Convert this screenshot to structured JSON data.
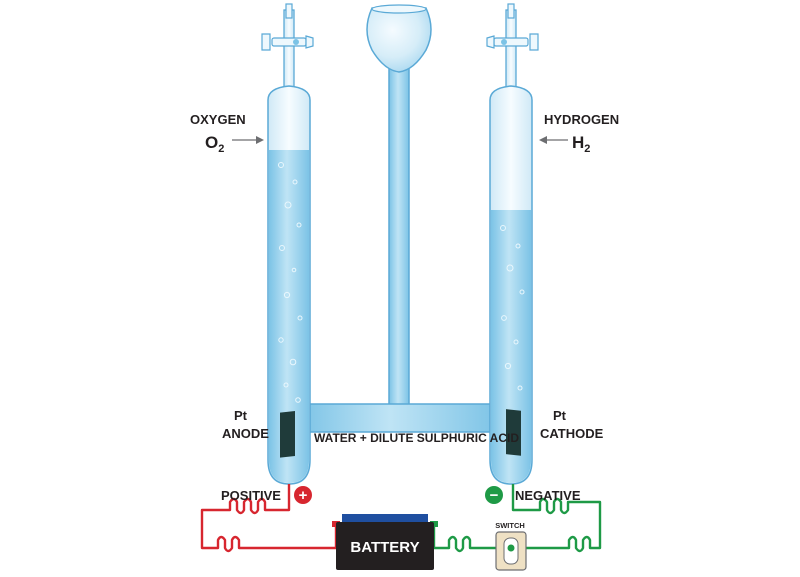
{
  "labels": {
    "oxygen": "OXYGEN",
    "oxygen_formula": "O",
    "oxygen_sub": "2",
    "hydrogen": "HYDROGEN",
    "hydrogen_formula": "H",
    "hydrogen_sub": "2",
    "anode_metal": "Pt",
    "anode": "ANODE",
    "cathode_metal": "Pt",
    "cathode": "CATHODE",
    "electrolyte": "WATER + DILUTE SULPHURIC ACID",
    "positive": "POSITIVE",
    "negative": "NEGATIVE",
    "plus_sign": "+",
    "minus_sign": "−",
    "battery": "BATTERY",
    "switch": "SWITCH"
  },
  "colors": {
    "water": "#a9d8f0",
    "water_dark": "#7cc3e6",
    "glass": "#e6f4fb",
    "glass_edge": "#5aa9d6",
    "positive_wire": "#d7262f",
    "negative_wire": "#1e9a46",
    "electrode": "#1f3b3a",
    "battery": "#231f20",
    "battery_cap": "#1f4fa0"
  },
  "icons": {
    "left_stopcock": "stopcock-icon",
    "right_stopcock": "stopcock-icon",
    "reservoir": "reservoir-bulb-icon",
    "switch": "toggle-switch-icon"
  }
}
